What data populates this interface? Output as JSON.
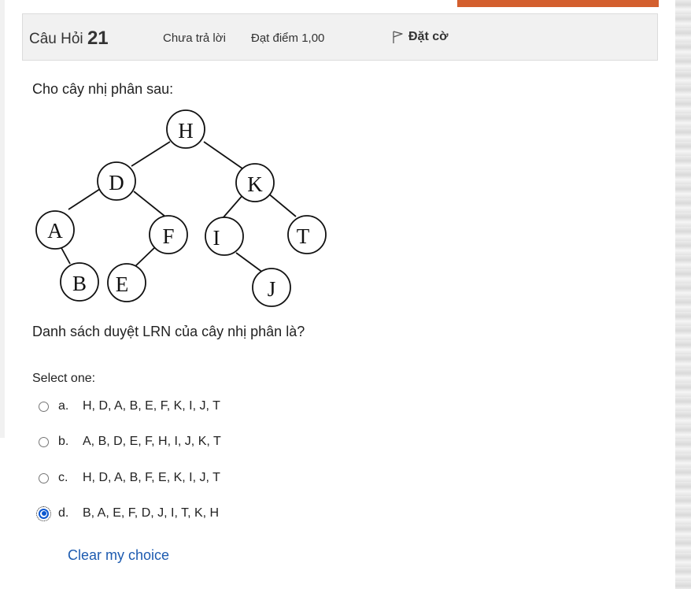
{
  "header": {
    "question_label": "Câu Hỏi",
    "question_number": "21",
    "status": "Chưa trả lời",
    "mark": "Đạt điểm 1,00",
    "flag_label": "Đặt cờ"
  },
  "question": {
    "prompt": "Cho cây nhị phân sau:",
    "text": "Danh sách duyệt LRN của cây nhị phân là?",
    "tree_nodes": [
      "H",
      "D",
      "K",
      "A",
      "F",
      "I",
      "T",
      "B",
      "E",
      "J"
    ]
  },
  "answers": {
    "select_label": "Select one:",
    "options": [
      {
        "letter": "a.",
        "text": "H, D, A, B, E, F, K, I, J, T",
        "selected": false
      },
      {
        "letter": "b.",
        "text": "A, B, D, E, F, H, I, J, K, T",
        "selected": false
      },
      {
        "letter": "c.",
        "text": "H, D, A, B, F, E, K, I, J, T",
        "selected": false
      },
      {
        "letter": "d.",
        "text": "B, A, E, F, D, J, I, T, K, H",
        "selected": true
      }
    ],
    "clear_label": "Clear my choice"
  },
  "colors": {
    "accent_orange": "#d35f2e",
    "link_blue": "#1d5bb0",
    "radio_blue": "#0b57d0"
  }
}
